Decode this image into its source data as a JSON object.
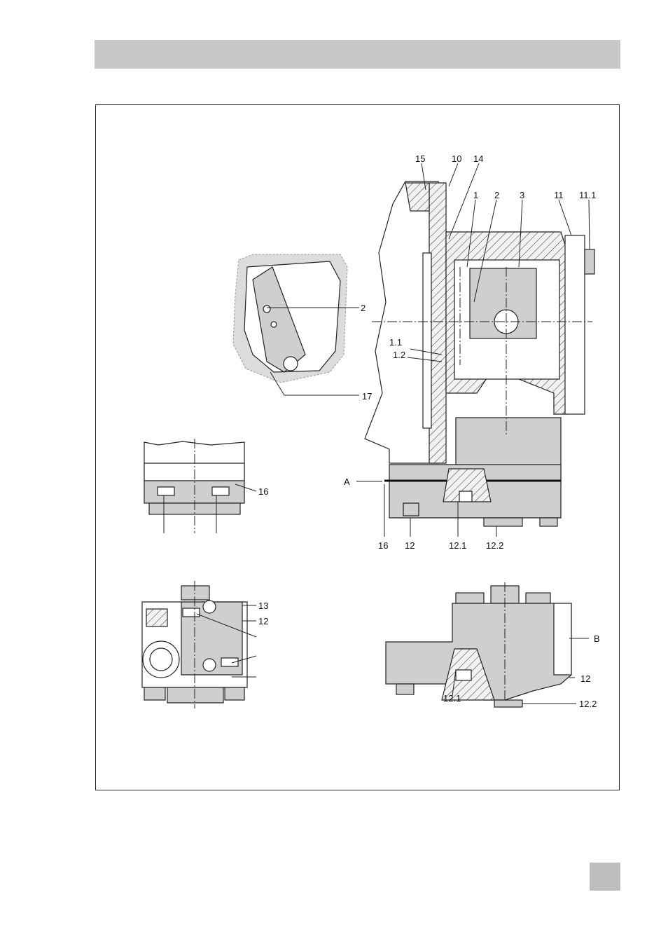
{
  "labels": {
    "l15": "15",
    "l10": "10",
    "l14": "14",
    "l1": "1",
    "l2a": "2",
    "l3": "3",
    "l11": "11",
    "l11_1": "11.1",
    "l2b": "2",
    "l1_1": "1.1",
    "l1_2": "1.2",
    "l17": "17",
    "l16a": "16",
    "lA": "A",
    "l16b": "16",
    "l12a": "12",
    "l12_1a": "12.1",
    "l12_2a": "12.2",
    "l13": "13",
    "l12b": "12",
    "lB": "B",
    "l12c": "12",
    "l12_1b": "12.1",
    "l12_2b": "12.2"
  },
  "colors": {
    "header_bar": "#c8c8c8",
    "part_fill": "#cfcfcf",
    "page_tab": "#bdbdbd"
  }
}
